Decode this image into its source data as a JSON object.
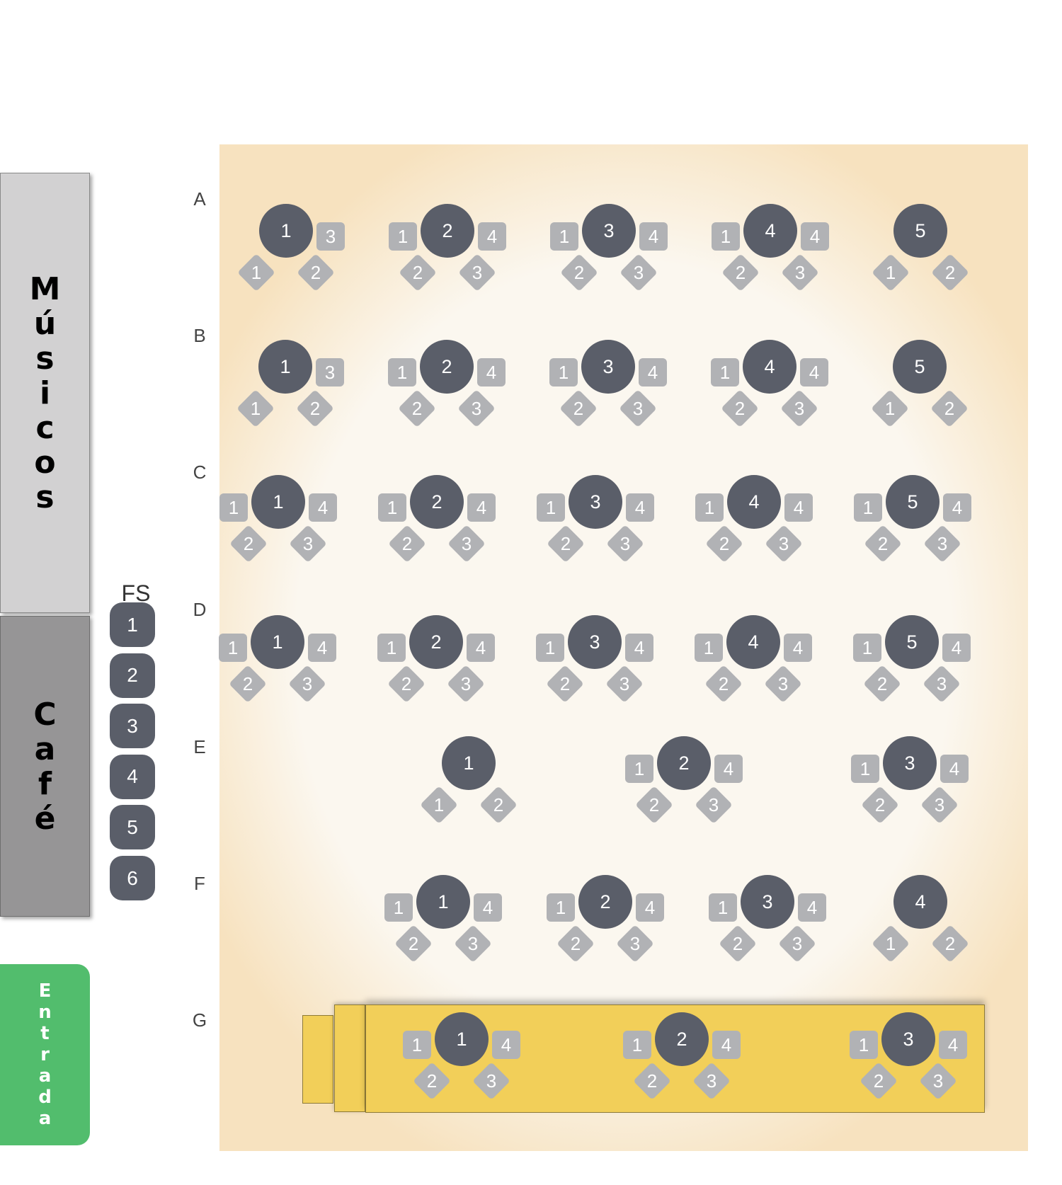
{
  "side_labels": {
    "musicos": [
      "M",
      "ú",
      "s",
      "i",
      "c",
      "o",
      "s"
    ],
    "cafe": [
      "C",
      "a",
      "f",
      "é"
    ],
    "entrada": [
      "E",
      "n",
      "t",
      "r",
      "a",
      "d",
      "a"
    ]
  },
  "fs": {
    "title": "FS",
    "seats": [
      "1",
      "2",
      "3",
      "4",
      "5",
      "6"
    ]
  },
  "rows": [
    {
      "label": "A",
      "tables": [
        {
          "number": "1",
          "squares": [
            "3"
          ],
          "diamonds": [
            "1",
            "2"
          ]
        },
        {
          "number": "2",
          "squares": [
            "1",
            "4"
          ],
          "diamonds": [
            "2",
            "3"
          ]
        },
        {
          "number": "3",
          "squares": [
            "1",
            "4"
          ],
          "diamonds": [
            "2",
            "3"
          ]
        },
        {
          "number": "4",
          "squares": [
            "1",
            "4"
          ],
          "diamonds": [
            "2",
            "3"
          ]
        },
        {
          "number": "5",
          "squares": [],
          "diamonds": [
            "1",
            "2"
          ]
        }
      ]
    },
    {
      "label": "B",
      "tables": [
        {
          "number": "1",
          "squares": [
            "3"
          ],
          "diamonds": [
            "1",
            "2"
          ]
        },
        {
          "number": "2",
          "squares": [
            "1",
            "4"
          ],
          "diamonds": [
            "2",
            "3"
          ]
        },
        {
          "number": "3",
          "squares": [
            "1",
            "4"
          ],
          "diamonds": [
            "2",
            "3"
          ]
        },
        {
          "number": "4",
          "squares": [
            "1",
            "4"
          ],
          "diamonds": [
            "2",
            "3"
          ]
        },
        {
          "number": "5",
          "squares": [],
          "diamonds": [
            "1",
            "2"
          ]
        }
      ]
    },
    {
      "label": "C",
      "tables": [
        {
          "number": "1",
          "squares": [
            "1",
            "4"
          ],
          "diamonds": [
            "2",
            "3"
          ]
        },
        {
          "number": "2",
          "squares": [
            "1",
            "4"
          ],
          "diamonds": [
            "2",
            "3"
          ]
        },
        {
          "number": "3",
          "squares": [
            "1",
            "4"
          ],
          "diamonds": [
            "2",
            "3"
          ]
        },
        {
          "number": "4",
          "squares": [
            "1",
            "4"
          ],
          "diamonds": [
            "2",
            "3"
          ]
        },
        {
          "number": "5",
          "squares": [
            "1",
            "4"
          ],
          "diamonds": [
            "2",
            "3"
          ]
        }
      ]
    },
    {
      "label": "D",
      "tables": [
        {
          "number": "1",
          "squares": [
            "1",
            "4"
          ],
          "diamonds": [
            "2",
            "3"
          ]
        },
        {
          "number": "2",
          "squares": [
            "1",
            "4"
          ],
          "diamonds": [
            "2",
            "3"
          ]
        },
        {
          "number": "3",
          "squares": [
            "1",
            "4"
          ],
          "diamonds": [
            "2",
            "3"
          ]
        },
        {
          "number": "4",
          "squares": [
            "1",
            "4"
          ],
          "diamonds": [
            "2",
            "3"
          ]
        },
        {
          "number": "5",
          "squares": [
            "1",
            "4"
          ],
          "diamonds": [
            "2",
            "3"
          ]
        }
      ]
    },
    {
      "label": "E",
      "tables": [
        {
          "number": "1",
          "squares": [],
          "diamonds": [
            "1",
            "2"
          ]
        },
        {
          "number": "2",
          "squares": [
            "1",
            "4"
          ],
          "diamonds": [
            "2",
            "3"
          ]
        },
        {
          "number": "3",
          "squares": [
            "1",
            "4"
          ],
          "diamonds": [
            "2",
            "3"
          ]
        }
      ]
    },
    {
      "label": "F",
      "tables": [
        {
          "number": "1",
          "squares": [
            "1",
            "4"
          ],
          "diamonds": [
            "2",
            "3"
          ]
        },
        {
          "number": "2",
          "squares": [
            "1",
            "4"
          ],
          "diamonds": [
            "2",
            "3"
          ]
        },
        {
          "number": "3",
          "squares": [
            "1",
            "4"
          ],
          "diamonds": [
            "2",
            "3"
          ]
        },
        {
          "number": "4",
          "squares": [],
          "diamonds": [
            "1",
            "2"
          ]
        }
      ]
    },
    {
      "label": "G",
      "tables": [
        {
          "number": "1",
          "squares": [
            "1",
            "4"
          ],
          "diamonds": [
            "2",
            "3"
          ]
        },
        {
          "number": "2",
          "squares": [
            "1",
            "4"
          ],
          "diamonds": [
            "2",
            "3"
          ]
        },
        {
          "number": "3",
          "squares": [
            "1",
            "4"
          ],
          "diamonds": [
            "2",
            "3"
          ]
        }
      ]
    }
  ],
  "colors": {
    "table": "#5a5e69",
    "seat": "#b1b2b5",
    "stage": "#f2cf59",
    "entrada": "#52bd6d",
    "musicos": "#d2d1d2",
    "cafe": "#969596"
  }
}
